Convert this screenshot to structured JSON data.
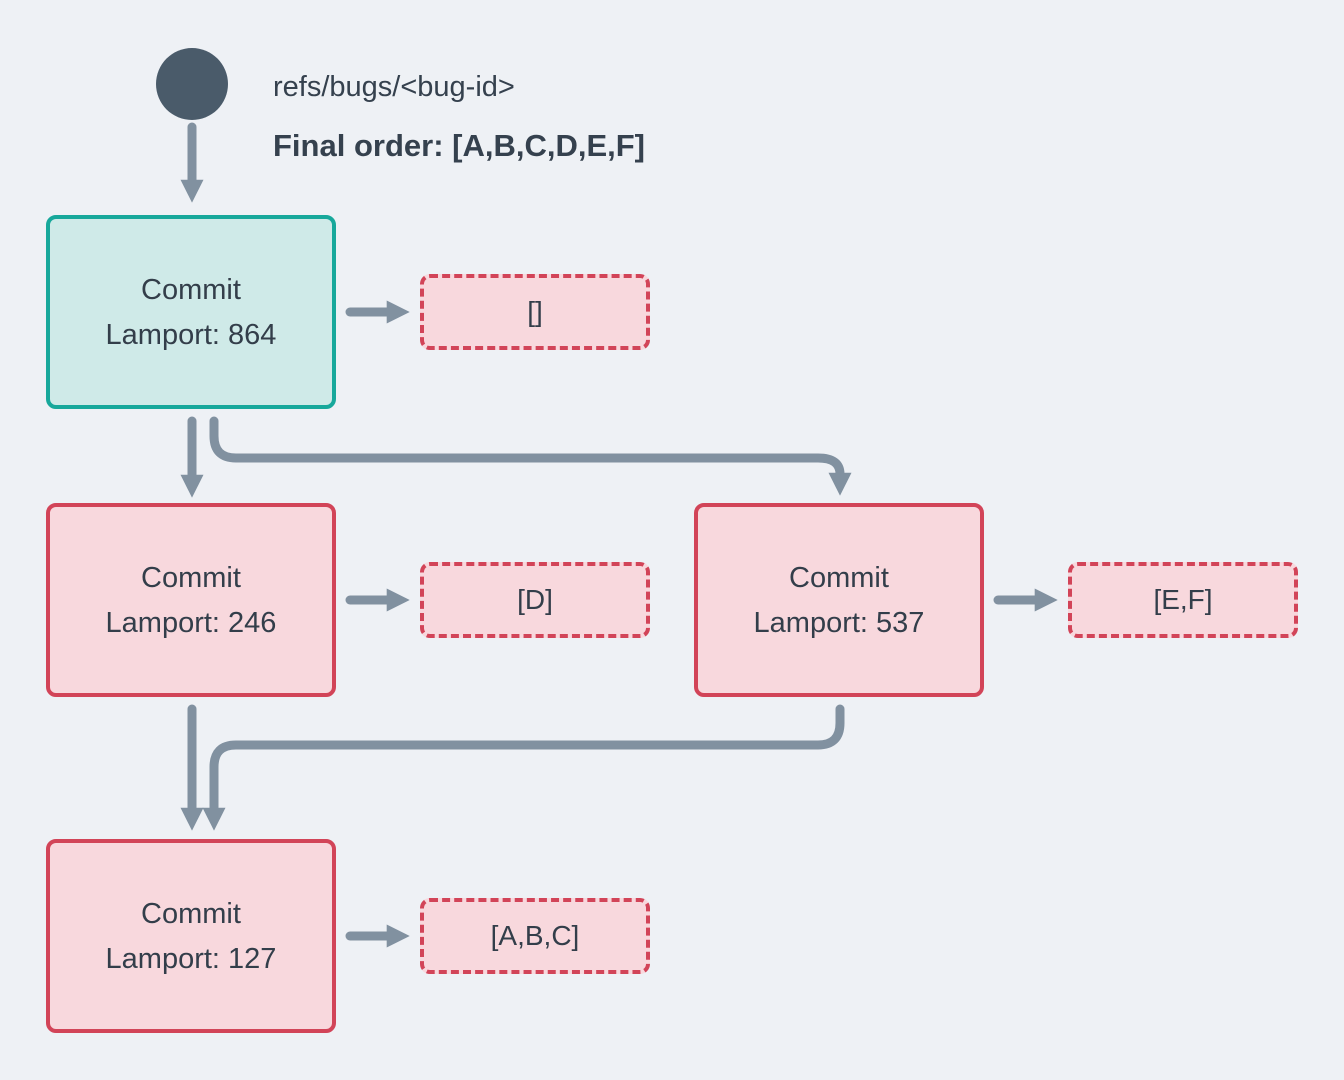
{
  "diagram": {
    "title_ref": "refs/bugs/<bug-id>",
    "final_order": "Final order: [A,B,C,D,E,F]"
  },
  "commits": [
    {
      "id": "commit-864",
      "label": "Commit",
      "lamport": "Lamport: 864",
      "payload": "[]",
      "variant": "merged"
    },
    {
      "id": "commit-246",
      "label": "Commit",
      "lamport": "Lamport: 246",
      "payload": "[D]",
      "variant": "pending"
    },
    {
      "id": "commit-537",
      "label": "Commit",
      "lamport": "Lamport: 537",
      "payload": "[E,F]",
      "variant": "pending"
    },
    {
      "id": "commit-127",
      "label": "Commit",
      "lamport": "Lamport: 127",
      "payload": "[A,B,C]",
      "variant": "pending"
    }
  ],
  "edges": [
    "ref-head to commit-864",
    "commit-864 to payload-empty",
    "commit-864 to commit-246",
    "commit-864 to commit-537",
    "commit-246 to payload-d",
    "commit-537 to payload-ef",
    "commit-246 to commit-127",
    "commit-537 to commit-127",
    "commit-127 to payload-abc"
  ],
  "colors": {
    "background": "#eef1f5",
    "arrow": "#8191a0",
    "ref_dot": "#4a5b6a",
    "text": "#333e4a",
    "merged_border": "#17a89b",
    "merged_fill": "#cfeae8",
    "pending_border": "#d24458",
    "pending_fill": "#f8d8dd"
  }
}
